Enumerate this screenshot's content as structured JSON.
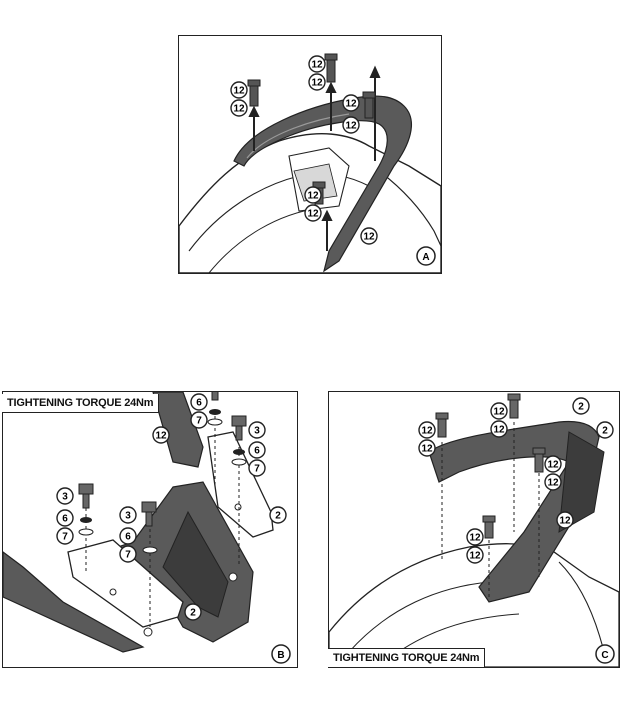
{
  "panels": {
    "a": {
      "letter": "A"
    },
    "b": {
      "letter": "B",
      "torque_label": "TIGHTENING TORQUE 24Nm"
    },
    "c": {
      "letter": "C",
      "torque_label": "TIGHTENING TORQUE 24Nm"
    }
  },
  "part_numbers": {
    "p2": "2",
    "p3": "3",
    "p6": "6",
    "p7": "7",
    "p12": "12"
  },
  "colors": {
    "line": "#222222",
    "part_fill": "#5a5a5a",
    "part_dark": "#3c3c3c",
    "body_fill": "#ffffff"
  }
}
